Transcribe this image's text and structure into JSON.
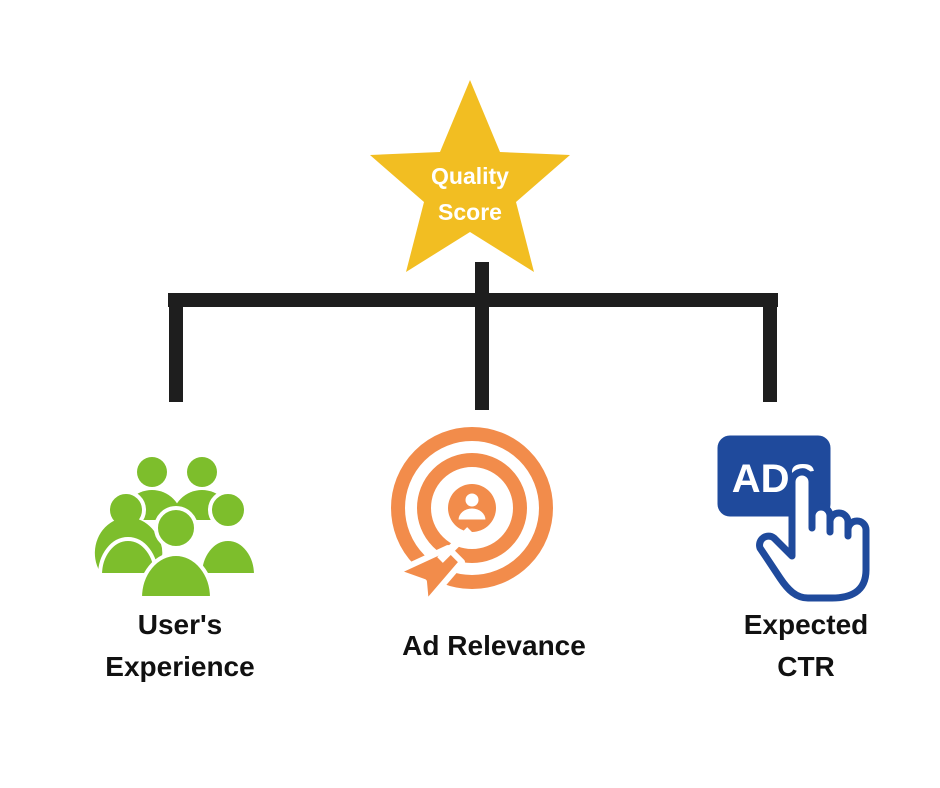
{
  "root": {
    "line1": "Quality",
    "line2": "Score",
    "color": "#F2BE22"
  },
  "connector_color": "#1E1E1E",
  "nodes": [
    {
      "line1": "User's",
      "line2": "Experience",
      "icon": "users-group-icon",
      "color": "#7DBE2C"
    },
    {
      "line1": "Ad Relevance",
      "icon": "target-arrow-icon",
      "color": "#F28C4B"
    },
    {
      "line1": "Expected",
      "line2": "CTR",
      "icon": "ads-click-icon",
      "color": "#1F4A9C",
      "badge_text": "ADS"
    }
  ]
}
